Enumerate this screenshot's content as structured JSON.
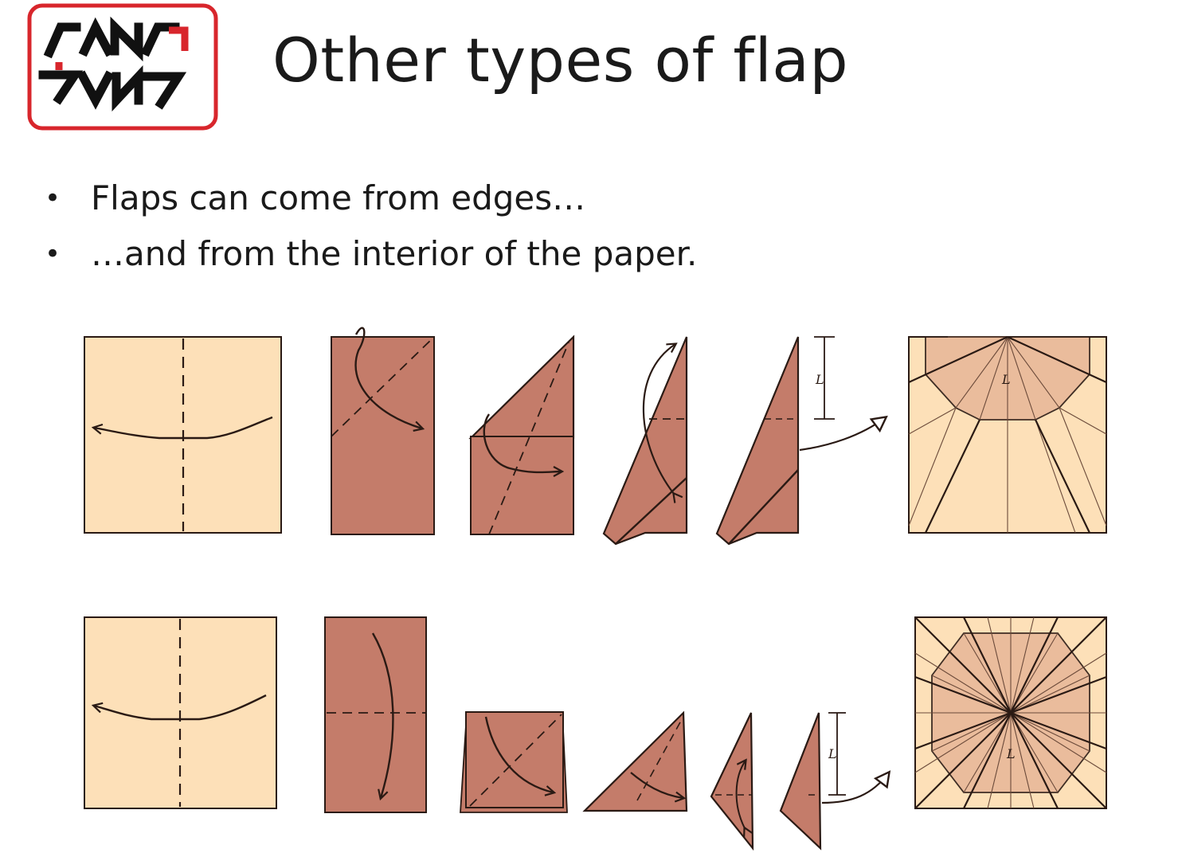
{
  "slide": {
    "title": "Other types of flap",
    "bullets": [
      "Flaps can come from edges…",
      "…and from the interior of the paper."
    ],
    "bullet_glyph": "•"
  },
  "figure": {
    "length_label": "L",
    "colors": {
      "paper_front": "#fde0b8",
      "paper_back": "#c47c6a",
      "line": "#2a1a14",
      "logo_red": "#d8262c"
    }
  }
}
